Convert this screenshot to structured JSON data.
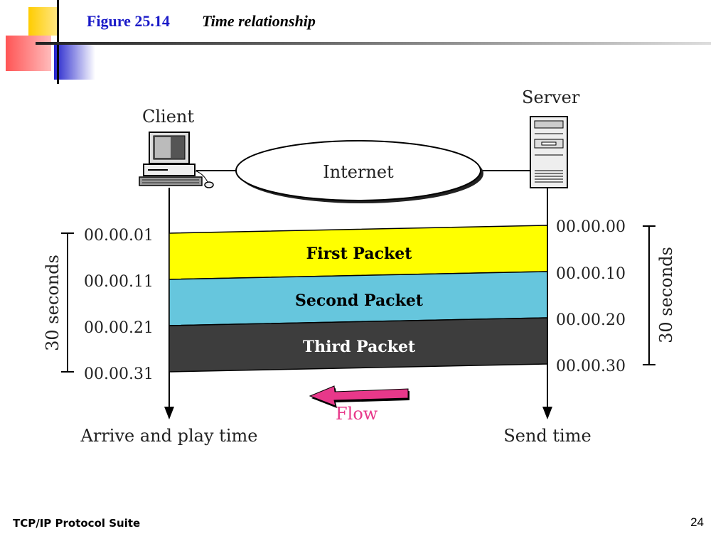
{
  "slide": {
    "figure_number": "Figure 25.14",
    "figure_caption": "Time relationship",
    "footer_left": "TCP/IP Protocol Suite",
    "page_number": "24"
  },
  "diagram": {
    "client_label": "Client",
    "server_label": "Server",
    "network_label": "Internet",
    "packets": [
      {
        "label": "First Packet",
        "color": "#ffff00",
        "text_color": "#000000"
      },
      {
        "label": "Second Packet",
        "color": "#66c6dd",
        "text_color": "#000000"
      },
      {
        "label": "Third Packet",
        "color": "#3d3d3d",
        "text_color": "#ffffff"
      }
    ],
    "client_times": [
      "00.00.01",
      "00.00.11",
      "00.00.21",
      "00.00.31"
    ],
    "server_times": [
      "00.00.00",
      "00.00.10",
      "00.00.20",
      "00.00.30"
    ],
    "duration_left": "30 seconds",
    "duration_right": "30 seconds",
    "flow_label": "Flow",
    "flow_color": "#e8388a",
    "client_axis_label": "Arrive and play time",
    "server_axis_label": "Send time"
  },
  "colors": {
    "title_blue": "#1a1ac8",
    "deco_yellow": "#ffcc00",
    "deco_red": "#ff5555",
    "deco_blue": "#2222cc"
  }
}
